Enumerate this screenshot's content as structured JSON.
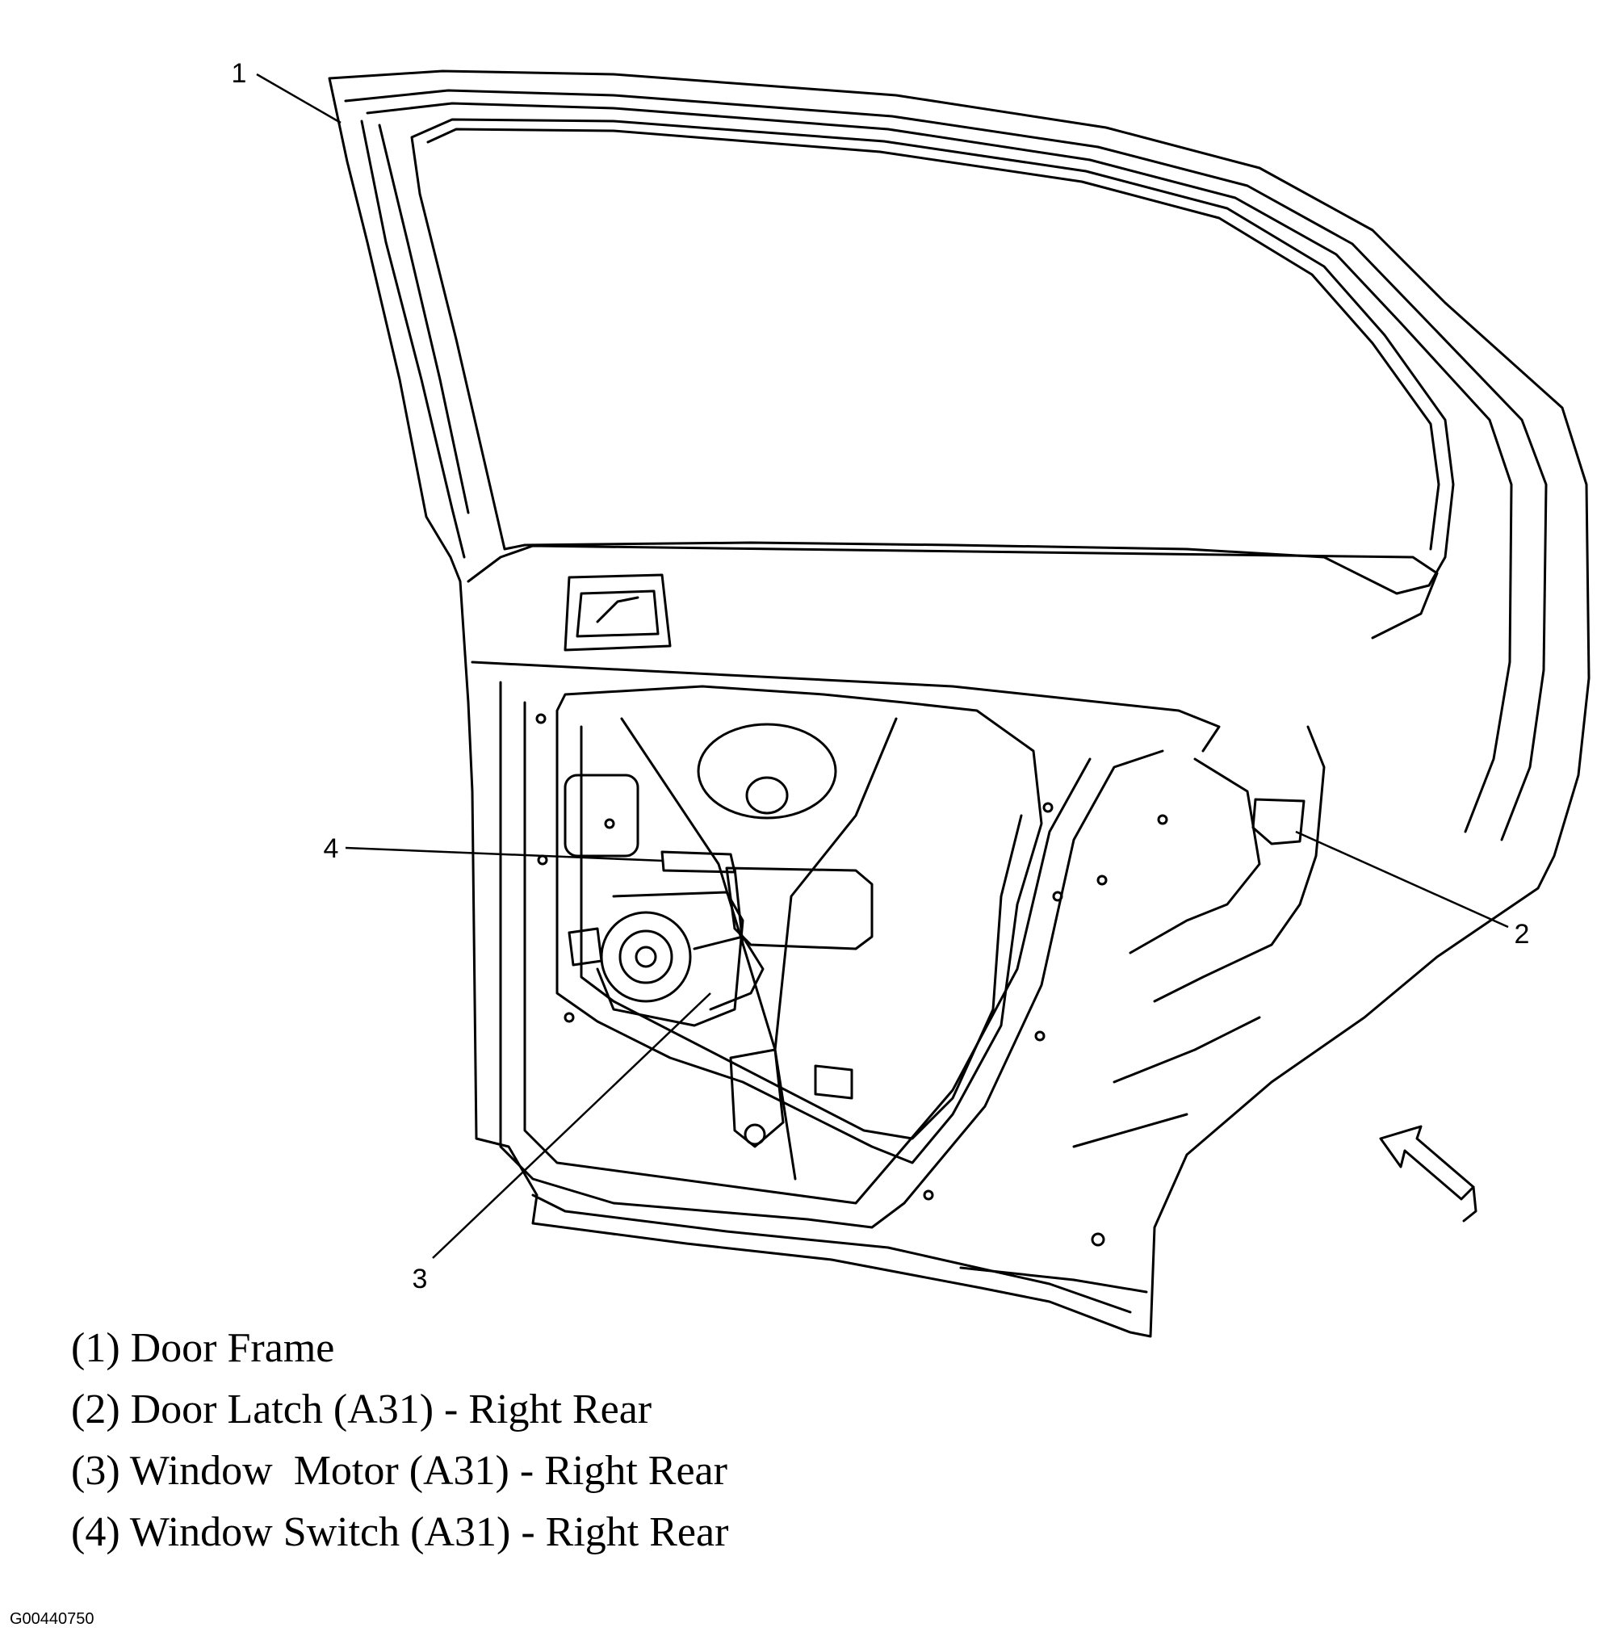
{
  "figure_id": "G00440750",
  "callouts": [
    {
      "number": "1",
      "target": "Door Frame"
    },
    {
      "number": "2",
      "target": "Door Latch (A31) - Right Rear"
    },
    {
      "number": "3",
      "target": "Window Motor (A31) - Right Rear"
    },
    {
      "number": "4",
      "target": "Window Switch (A31) - Right Rear"
    }
  ],
  "legend": [
    "(1) Door Frame",
    "(2) Door Latch (A31) - Right Rear",
    "(3) Window  Motor (A31) - Right Rear",
    "(4) Window Switch (A31) - Right Rear"
  ]
}
